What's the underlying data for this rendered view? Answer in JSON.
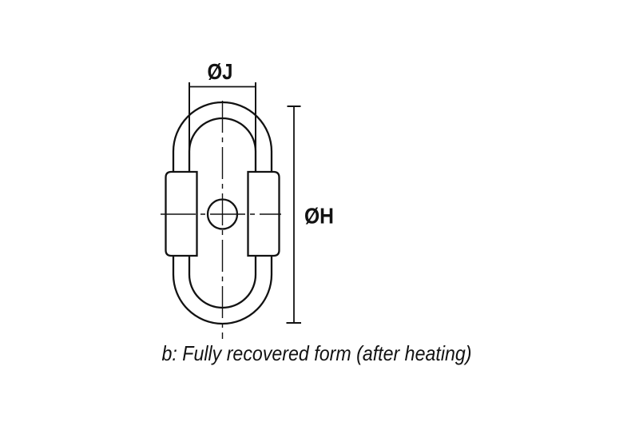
{
  "diagram": {
    "dimension_labels": {
      "top": "ØJ",
      "right": "ØH"
    },
    "caption": "b: Fully recovered form (after heating)",
    "colors": {
      "line": "#121212",
      "background": "#ffffff"
    }
  }
}
